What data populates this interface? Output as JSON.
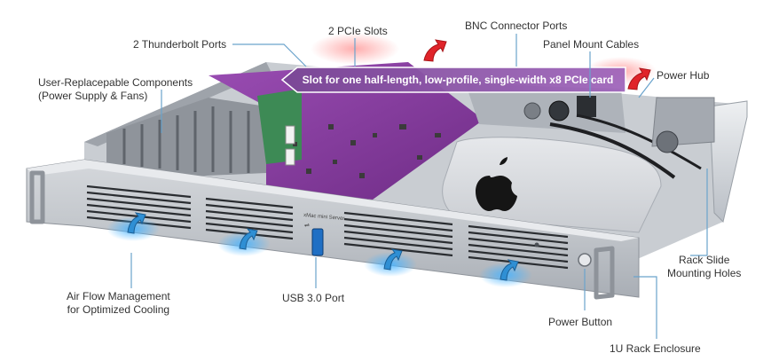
{
  "labels": {
    "thunderbolt": "2 Thunderbolt Ports",
    "pcie": "2 PCIe Slots",
    "bnc": "BNC Connector Ports",
    "panel_mount": "Panel Mount Cables",
    "power_hub": "Power Hub",
    "user_replaceable_1": "User-Replacepable Components",
    "user_replaceable_2": "(Power Supply & Fans)",
    "airflow_1": "Air Flow Management",
    "airflow_2": "for Optimized Cooling",
    "usb": "USB 3.0 Port",
    "power_button": "Power Button",
    "rack_slide_1": "Rack Slide",
    "rack_slide_2": "Mounting Holes",
    "enclosure": "1U Rack Enclosure"
  },
  "banner": {
    "text": "Slot for one half-length, low-profile, single-width x8 PCIe card"
  },
  "product_plate": "xMac mini Server",
  "colors": {
    "callout_line": "#6aa3cc",
    "banner": "#8e5aa8",
    "pcb": "#8a3ea0",
    "accent_red": "#e0242a",
    "airflow_blue": "#2f8fd4"
  },
  "icons": [
    "apple-logo-icon",
    "airflow-arrow-icon",
    "usb-icon",
    "power-icon",
    "red-arrow-icon"
  ]
}
